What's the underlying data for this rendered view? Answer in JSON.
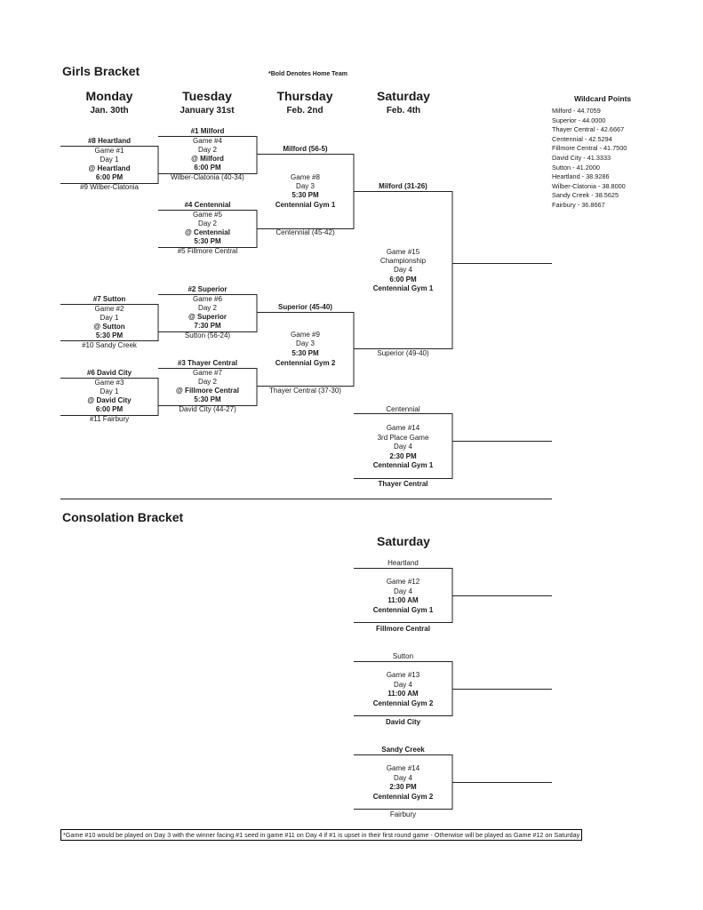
{
  "header": {
    "title": "Girls Bracket",
    "note": "*Bold Denotes Home Team",
    "days": [
      {
        "name": "Monday",
        "date": "Jan. 30th"
      },
      {
        "name": "Tuesday",
        "date": "January 31st"
      },
      {
        "name": "Thursday",
        "date": "Feb. 2nd"
      },
      {
        "name": "Saturday",
        "date": "Feb. 4th"
      }
    ]
  },
  "wildcard": {
    "title": "Wildcard Points",
    "items": [
      "Milford - 44.7059",
      "Superior - 44.0000",
      "Thayer Central - 42.6667",
      "Centennial - 42.5294",
      "Fillmore Central - 41.7500",
      "David City - 41.3333",
      "Sutton - 41.2000",
      "Heartland - 38.9286",
      "Wilber-Clatonia - 38.8000",
      "Sandy Creek - 38.5625",
      "Fairbury - 36.8667"
    ]
  },
  "monday": [
    {
      "top": "#8 Heartland",
      "lines": [
        "Game #1",
        "Day 1",
        "@ Heartland",
        "6:00 PM"
      ],
      "bottom": "#9 Wilber-Clatonia"
    },
    {
      "top": "#7 Sutton",
      "lines": [
        "Game #2",
        "Day 1",
        "@ Sutton",
        "5:30 PM"
      ],
      "bottom": "#10 Sandy Creek"
    },
    {
      "top": "#6 David City",
      "lines": [
        "Game #3",
        "Day 1",
        "@ David City",
        "6:00 PM"
      ],
      "bottom": "#11 Fairbury"
    }
  ],
  "tuesday": [
    {
      "top": "#1 Milford",
      "lines": [
        "Game #4",
        "Day 2",
        "@ Milford",
        "6:00 PM"
      ],
      "bottom": "Wilber-Clatonia (40-34)"
    },
    {
      "top": "#4 Centennial",
      "lines": [
        "Game #5",
        "Day 2",
        "@ Centennial",
        "5:30 PM"
      ],
      "bottom": "#5 Fillmore Central"
    },
    {
      "top": "#2 Superior",
      "lines": [
        "Game #6",
        "Day 2",
        "@ Superior",
        "7:30 PM"
      ],
      "bottom": "Sutton (56-24)"
    },
    {
      "top": "#3 Thayer Central",
      "lines": [
        "Game #7",
        "Day 2",
        "@ Fillmore Central",
        "5:30 PM"
      ],
      "bottom": "David City (44-27)"
    }
  ],
  "thursday": [
    {
      "top": "Milford (56-5)",
      "lines": [
        "Game #8",
        "Day 3",
        "5:30 PM",
        "Centennial Gym 1"
      ],
      "bottom": "Centennial (45-42)"
    },
    {
      "top": "Superior (45-40)",
      "lines": [
        "Game #9",
        "Day 3",
        "5:30 PM",
        "Centennial Gym 2"
      ],
      "bottom": "Thayer Central (37-30)"
    }
  ],
  "saturday": {
    "championship": {
      "top": "Milford (31-26)",
      "lines": [
        "Game #15",
        "Championship",
        "Day 4",
        "6:00 PM",
        "Centennial Gym 1"
      ],
      "bottom": "Superior (49-40)"
    },
    "third_place": {
      "top": "Centennial",
      "lines": [
        "Game #14",
        "3rd Place Game",
        "Day 4",
        "2:30 PM",
        "Centennial Gym 1"
      ],
      "bottom": "Thayer Central"
    }
  },
  "consolation": {
    "title": "Consolation Bracket",
    "day": "Saturday",
    "games": [
      {
        "top": "Heartland",
        "lines": [
          "Game #12",
          "Day 4",
          "11:00 AM",
          "Centennial Gym 1"
        ],
        "bottom": "Fillmore Central"
      },
      {
        "top": "Sutton",
        "lines": [
          "Game #13",
          "Day 4",
          "11:00 AM",
          "Centennial Gym 2"
        ],
        "bottom": "David City"
      },
      {
        "top": "Sandy Creek",
        "lines": [
          "Game #14",
          "Day 4",
          "2:30 PM",
          "Centennial Gym 2"
        ],
        "bottom": "Fairbury"
      }
    ]
  },
  "footnote": "*Game #10 would be played on Day 3 with the winner facing #1 seed in game #11 on Day 4 if #1 is upset in their first round game - Otherwise will be played as Game #12 on Saturday"
}
